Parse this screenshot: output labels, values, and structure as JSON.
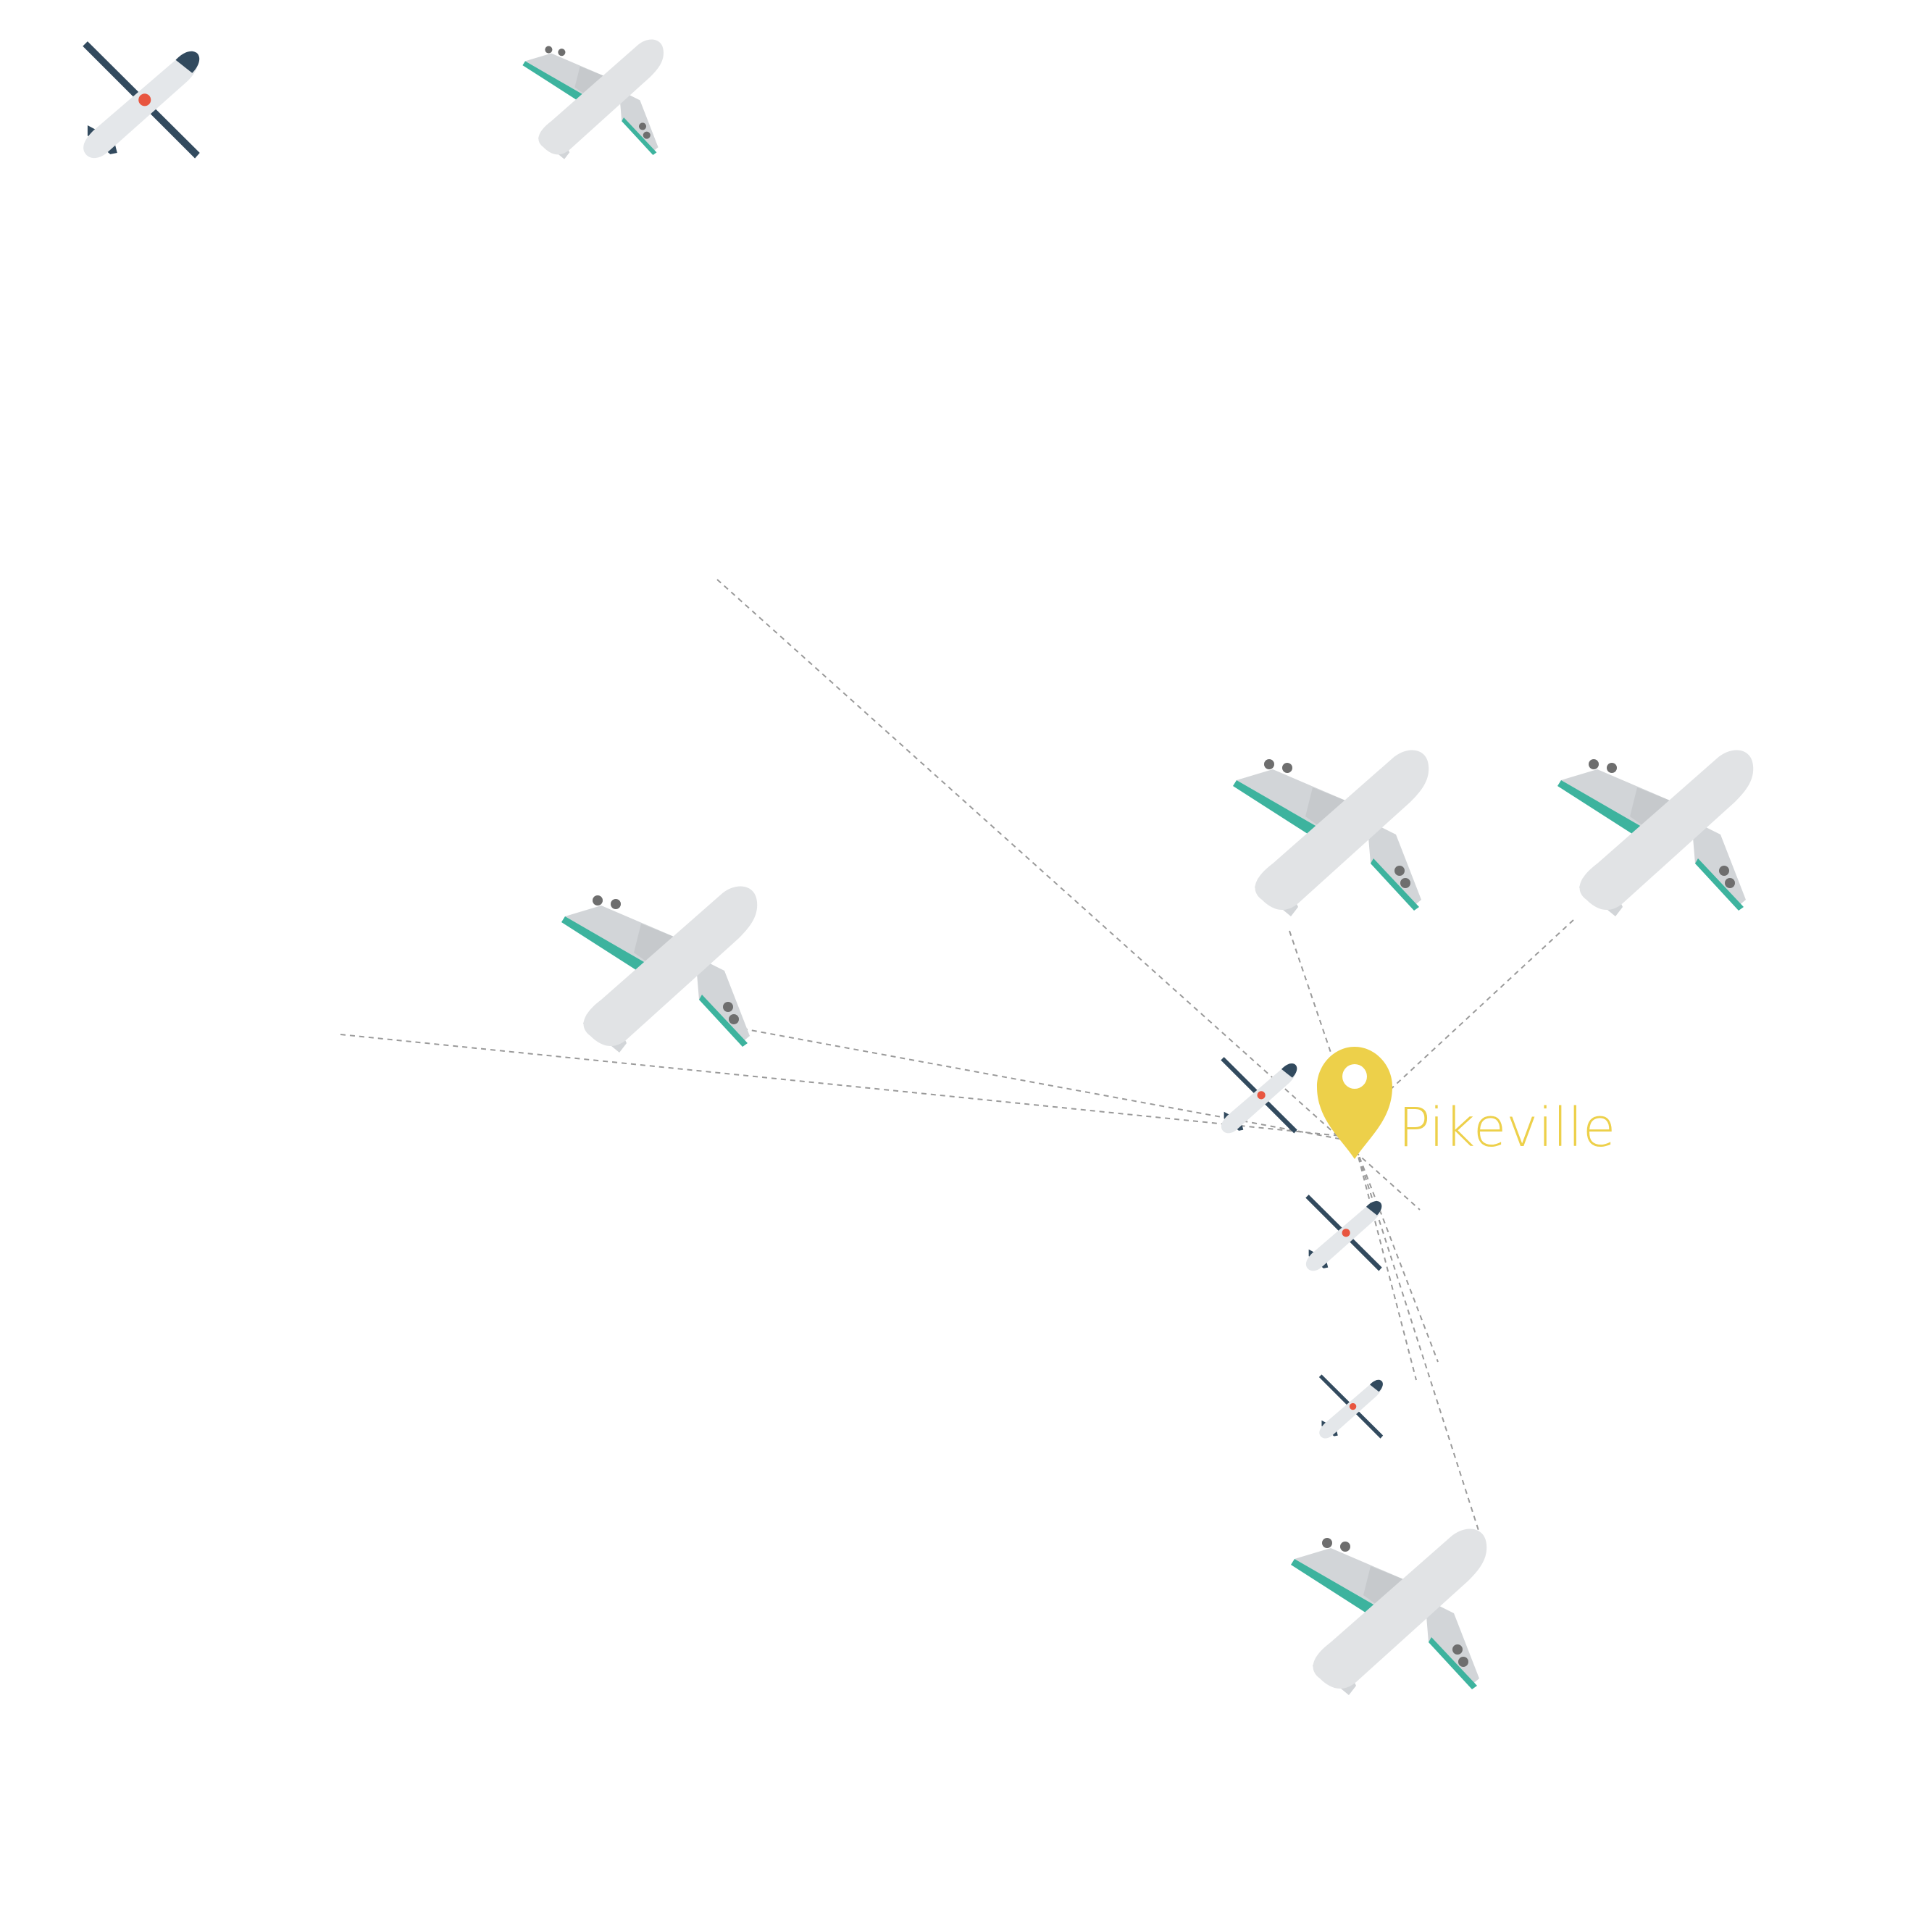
{
  "location": {
    "name": "Pikeville",
    "pin_color": "#EDD04A",
    "pin_hole_color": "#FFFFFF",
    "pin_icon": "map-pin-icon"
  },
  "colors": {
    "background": "#FFFFFF",
    "route_line": "#9A9A9A",
    "jet_body": "#E1E3E5",
    "jet_wing": "#D2D5D8",
    "jet_wing_shadow": "#C6C9CC",
    "jet_stripe": "#3DB39E",
    "jet_engine": "#6E6E6E",
    "prop_body": "#E4E7EA",
    "prop_wing": "#324A5E",
    "prop_dot": "#E8553F"
  },
  "aircraft": [
    {
      "kind": "prop-plane",
      "icon": "propeller-plane-icon"
    },
    {
      "kind": "jet",
      "icon": "airliner-icon"
    },
    {
      "kind": "jet",
      "icon": "airliner-icon"
    },
    {
      "kind": "jet",
      "icon": "airliner-icon"
    },
    {
      "kind": "jet",
      "icon": "airliner-icon"
    },
    {
      "kind": "prop-plane",
      "icon": "propeller-plane-icon"
    },
    {
      "kind": "prop-plane",
      "icon": "propeller-plane-icon"
    },
    {
      "kind": "prop-plane",
      "icon": "propeller-plane-icon"
    },
    {
      "kind": "jet",
      "icon": "airliner-icon"
    }
  ]
}
